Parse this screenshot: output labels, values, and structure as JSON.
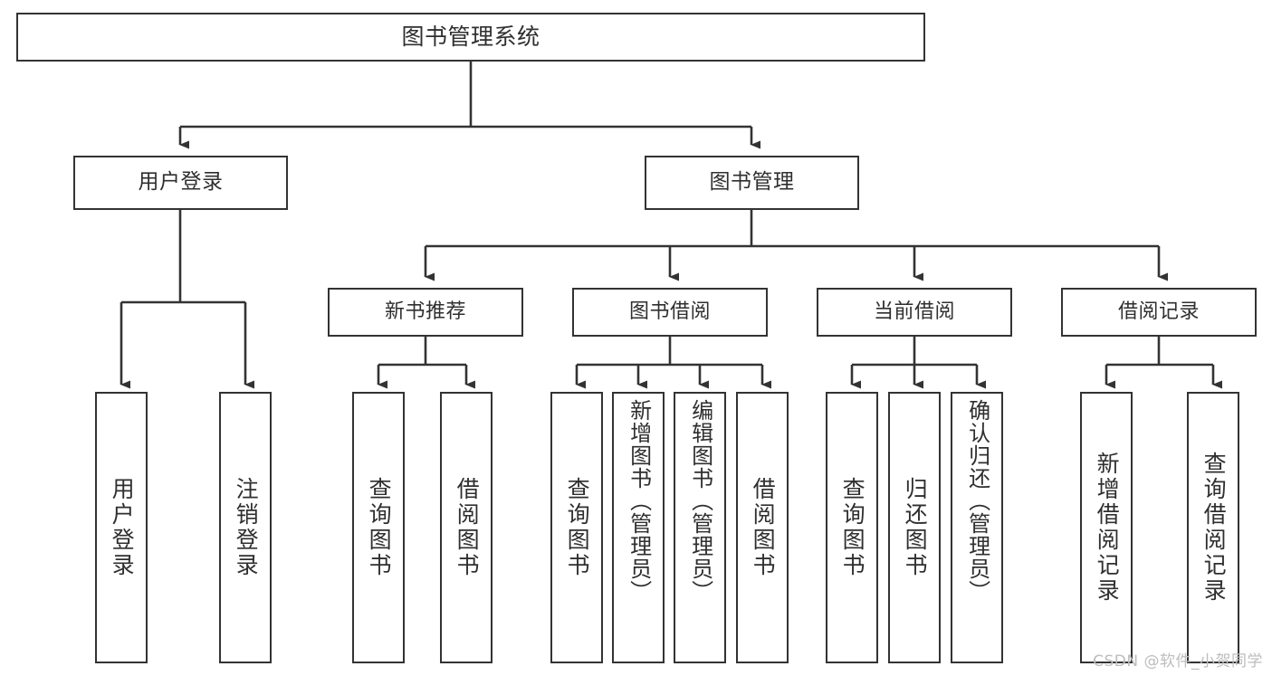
{
  "diagram": {
    "title": "图书管理系统",
    "type": "tree",
    "stroke_color": "#333333",
    "text_color": "#2f2f2f",
    "background_color": "#ffffff",
    "watermark": "CSDN @软件_小贺同学"
  },
  "nodes": {
    "root": {
      "label": "图书管理系统"
    },
    "level1": [
      {
        "id": "user-login",
        "label": "用户登录"
      },
      {
        "id": "book-manage",
        "label": "图书管理"
      }
    ],
    "level2": [
      {
        "id": "new-book-rec",
        "label": "新书推荐"
      },
      {
        "id": "book-borrow",
        "label": "图书借阅"
      },
      {
        "id": "current-borrow",
        "label": "当前借阅"
      },
      {
        "id": "borrow-record",
        "label": "借阅记录"
      }
    ],
    "leaves": {
      "user_login": [
        {
          "id": "leaf-user-login",
          "label": "用户登录"
        },
        {
          "id": "leaf-logout",
          "label": "注销登录"
        }
      ],
      "new_book_rec": [
        {
          "id": "leaf-query-book-1",
          "label": "查询图书"
        },
        {
          "id": "leaf-borrow-book-1",
          "label": "借阅图书"
        }
      ],
      "book_borrow": [
        {
          "id": "leaf-query-book-2",
          "label": "查询图书"
        },
        {
          "id": "leaf-add-book",
          "label": "新增图书（管理员）"
        },
        {
          "id": "leaf-edit-book",
          "label": "编辑图书（管理员）"
        },
        {
          "id": "leaf-borrow-book-2",
          "label": "借阅图书"
        }
      ],
      "current_borrow": [
        {
          "id": "leaf-query-book-3",
          "label": "查询图书"
        },
        {
          "id": "leaf-return-book",
          "label": "归还图书"
        },
        {
          "id": "leaf-confirm-return",
          "label": "确认归还（管理员）"
        }
      ],
      "borrow_record": [
        {
          "id": "leaf-add-record",
          "label": "新增借阅记录"
        },
        {
          "id": "leaf-query-record",
          "label": "查询借阅记录"
        }
      ]
    }
  }
}
